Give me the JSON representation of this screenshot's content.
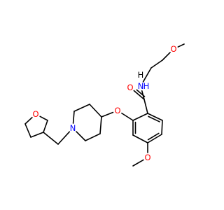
{
  "molecule": {
    "colors": {
      "O": "#ff0000",
      "N": "#0000ff",
      "bond": "#000000"
    },
    "atoms": [
      {
        "id": "me1",
        "label": ""
      },
      {
        "id": "o1",
        "label": "O"
      },
      {
        "id": "c1",
        "label": ""
      },
      {
        "id": "c2",
        "label": ""
      },
      {
        "id": "n1",
        "label": "N"
      },
      {
        "id": "h1",
        "label": "H"
      },
      {
        "id": "c3",
        "label": ""
      },
      {
        "id": "o2",
        "label": "O"
      },
      {
        "id": "r1",
        "label": ""
      },
      {
        "id": "r2",
        "label": ""
      },
      {
        "id": "r3",
        "label": ""
      },
      {
        "id": "r4",
        "label": ""
      },
      {
        "id": "r5",
        "label": ""
      },
      {
        "id": "r6",
        "label": ""
      },
      {
        "id": "o3",
        "label": "O"
      },
      {
        "id": "me2",
        "label": ""
      },
      {
        "id": "o4",
        "label": "O"
      },
      {
        "id": "p1",
        "label": ""
      },
      {
        "id": "p2",
        "label": ""
      },
      {
        "id": "p3",
        "label": ""
      },
      {
        "id": "n2",
        "label": "N"
      },
      {
        "id": "p5",
        "label": ""
      },
      {
        "id": "p6",
        "label": ""
      },
      {
        "id": "ch2",
        "label": ""
      },
      {
        "id": "t1",
        "label": ""
      },
      {
        "id": "t2",
        "label": ""
      },
      {
        "id": "t3",
        "label": ""
      },
      {
        "id": "o5",
        "label": "O"
      },
      {
        "id": "t5",
        "label": ""
      }
    ],
    "bonds": [
      [
        "me1",
        "o1",
        1
      ],
      [
        "o1",
        "c1",
        1
      ],
      [
        "c1",
        "c2",
        1
      ],
      [
        "c2",
        "n1",
        1
      ],
      [
        "n1",
        "c3",
        1
      ],
      [
        "c3",
        "o2",
        2
      ],
      [
        "c3",
        "r1",
        1
      ],
      [
        "r1",
        "r2",
        2
      ],
      [
        "r2",
        "r3",
        1
      ],
      [
        "r3",
        "r4",
        2
      ],
      [
        "r4",
        "r5",
        1
      ],
      [
        "r5",
        "r6",
        2
      ],
      [
        "r6",
        "r1",
        1
      ],
      [
        "r4",
        "o3",
        1
      ],
      [
        "o3",
        "me2",
        1
      ],
      [
        "r6",
        "o4",
        1
      ],
      [
        "o4",
        "p1",
        1
      ],
      [
        "p1",
        "p2",
        1
      ],
      [
        "p2",
        "p3",
        1
      ],
      [
        "p3",
        "n2",
        1
      ],
      [
        "n2",
        "p5",
        1
      ],
      [
        "p5",
        "p6",
        1
      ],
      [
        "p6",
        "p1",
        1
      ],
      [
        "n2",
        "ch2",
        1
      ],
      [
        "ch2",
        "t1",
        1
      ],
      [
        "t1",
        "t2",
        1
      ],
      [
        "t2",
        "t3",
        1
      ],
      [
        "t3",
        "o5",
        1
      ],
      [
        "o5",
        "t5",
        1
      ],
      [
        "t5",
        "t1",
        1
      ]
    ]
  }
}
